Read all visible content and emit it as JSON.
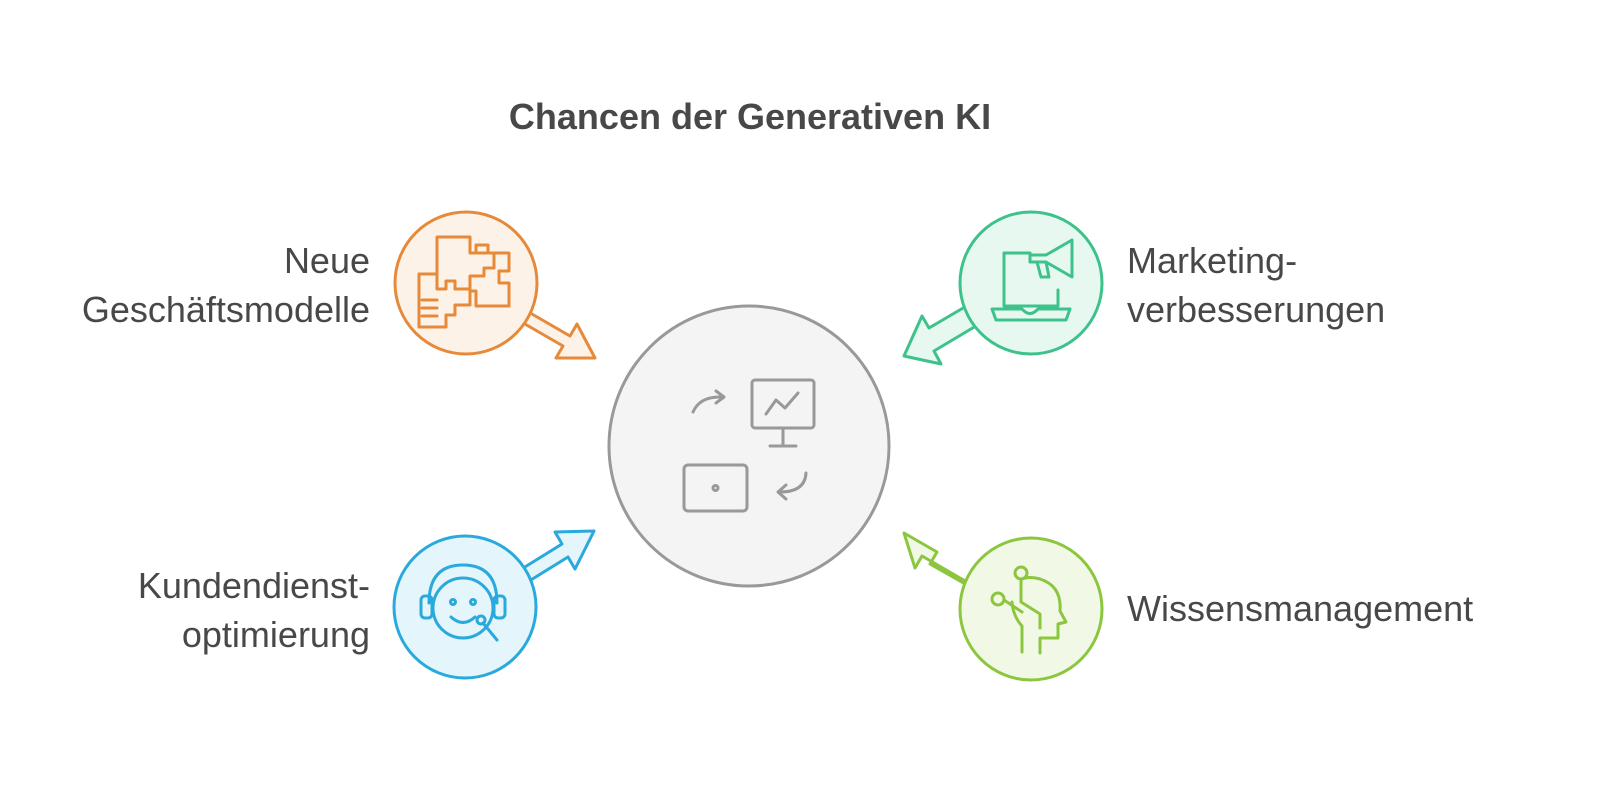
{
  "title": "Chancen der Generativen KI",
  "center": {
    "icon": "cycle-monitor-laptop-icon",
    "color": "#999999",
    "fill": "#f4f4f4"
  },
  "items": [
    {
      "lines": [
        "Neue",
        "Geschäftsmodelle"
      ],
      "icon": "puzzle-icon",
      "color": "#e68a3a",
      "fill": "#fdf2e7"
    },
    {
      "lines": [
        "Marketing-",
        "verbesserungen"
      ],
      "icon": "laptop-megaphone-icon",
      "color": "#3cc28a",
      "fill": "#e6f8ef"
    },
    {
      "lines": [
        "Kundendienst-",
        "optimierung"
      ],
      "icon": "support-headset-icon",
      "color": "#29a9dc",
      "fill": "#e5f5fc"
    },
    {
      "lines": [
        "Wissensmanagement"
      ],
      "icon": "head-network-icon",
      "color": "#8cc63f",
      "fill": "#f1f9e6"
    }
  ]
}
